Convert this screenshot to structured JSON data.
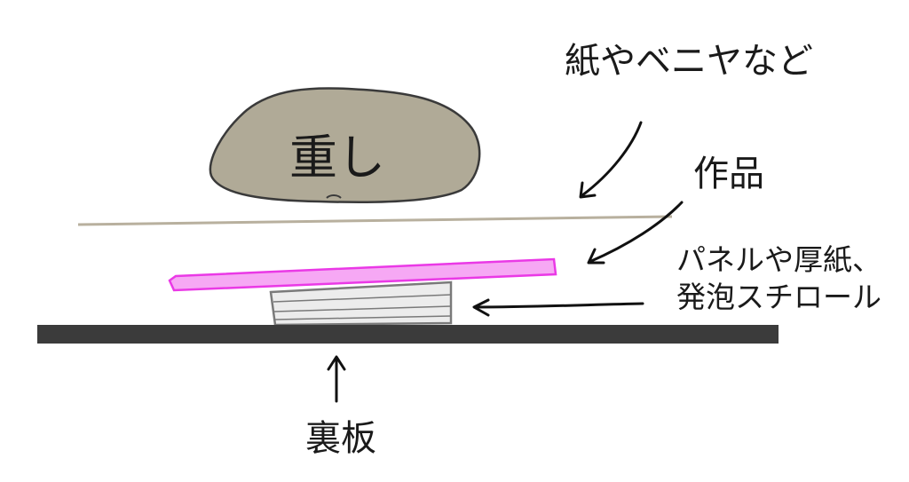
{
  "labels": {
    "weight": "重し",
    "cover": "紙やベニヤなど",
    "artwork": "作品",
    "support_line1": "パネルや厚紙、",
    "support_line2": "発泡スチロール",
    "backboard": "裏板"
  },
  "colors": {
    "weight_fill": "#b0aa97",
    "weight_stroke": "#3a3a3a",
    "cover_line": "#b8b09e",
    "artwork_fill": "#f6a8f4",
    "artwork_stroke": "#ea39e6",
    "support_fill": "#ececec",
    "support_stroke": "#7a7a7a",
    "backboard_fill": "#3b3b3b",
    "arrow_stroke": "#111111"
  }
}
